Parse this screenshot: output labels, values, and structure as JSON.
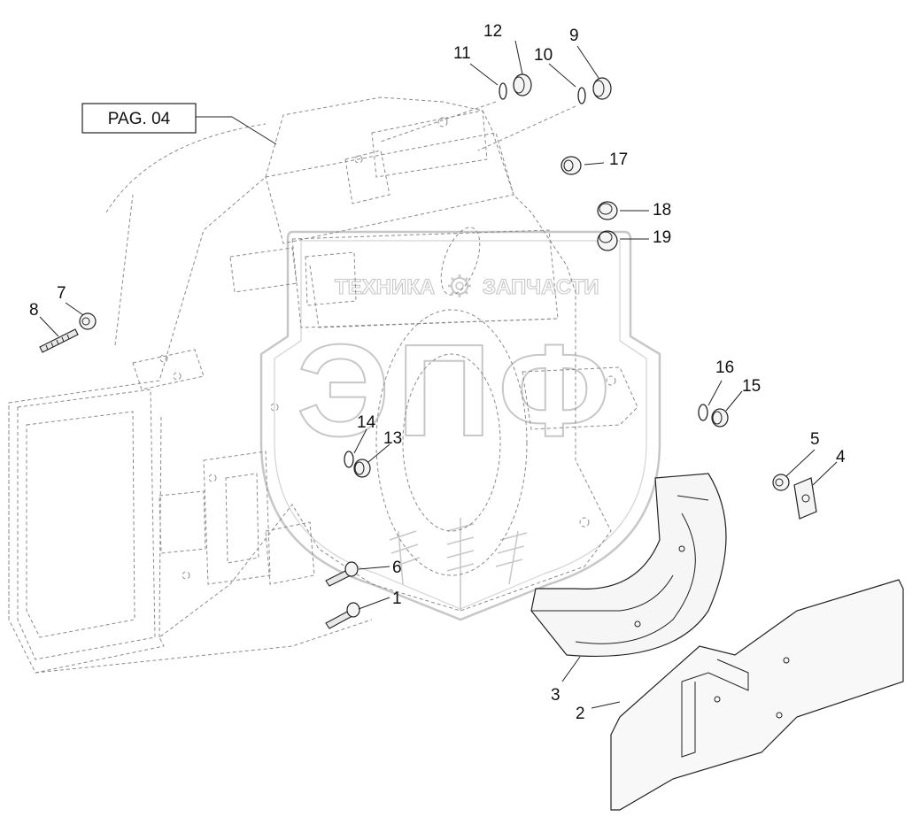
{
  "reference_box": {
    "label": "PAG. 04"
  },
  "watermark": {
    "line1_left": "ТЕХНИКА",
    "line1_right": "ЗАПЧАСТИ",
    "letters": "ЭПФ",
    "gear_icon": "gear-icon"
  },
  "callouts": [
    {
      "id": "c1",
      "label": "1"
    },
    {
      "id": "c2",
      "label": "2"
    },
    {
      "id": "c3",
      "label": "3"
    },
    {
      "id": "c4",
      "label": "4"
    },
    {
      "id": "c5",
      "label": "5"
    },
    {
      "id": "c6",
      "label": "6"
    },
    {
      "id": "c7",
      "label": "7"
    },
    {
      "id": "c8",
      "label": "8"
    },
    {
      "id": "c9",
      "label": "9"
    },
    {
      "id": "c10",
      "label": "10"
    },
    {
      "id": "c11",
      "label": "11"
    },
    {
      "id": "c12",
      "label": "12"
    },
    {
      "id": "c13",
      "label": "13"
    },
    {
      "id": "c14",
      "label": "14"
    },
    {
      "id": "c15",
      "label": "15"
    },
    {
      "id": "c16",
      "label": "16"
    },
    {
      "id": "c17",
      "label": "17"
    },
    {
      "id": "c18",
      "label": "18"
    },
    {
      "id": "c19",
      "label": "19"
    }
  ]
}
